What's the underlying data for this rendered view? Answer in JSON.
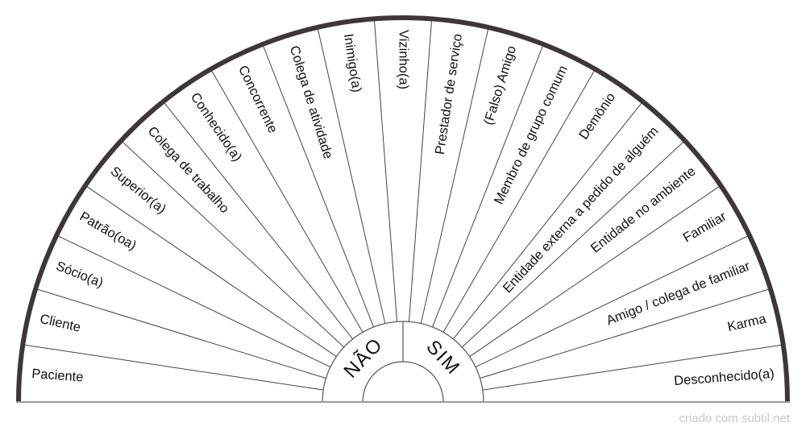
{
  "chart": {
    "labels": [
      "Paciente",
      "Cliente",
      "Sócio(a)",
      "Patrão(oa)",
      "Superior(a)",
      "Colega de trabalho",
      "Conhecido(a)",
      "Concorrente",
      "Colega de atividade",
      "Inimigo(a)",
      "Vizinho(a)",
      "Prestador de serviço",
      "(Falso) Amigo",
      "Membro de grupo comum",
      "Demônio",
      "Entidade externa a pedido de alguém",
      "Entidade no ambiente",
      "Familiar",
      "Amigo / colega de familiar",
      "Karma",
      "Desconhecido(a)"
    ],
    "no_label": "NÃO",
    "yes_label": "SIM",
    "colors": {
      "outer_arc": "#3d3739",
      "lines": "#444444",
      "baseline": "#999999"
    }
  },
  "watermark": "criado com subtil.net"
}
